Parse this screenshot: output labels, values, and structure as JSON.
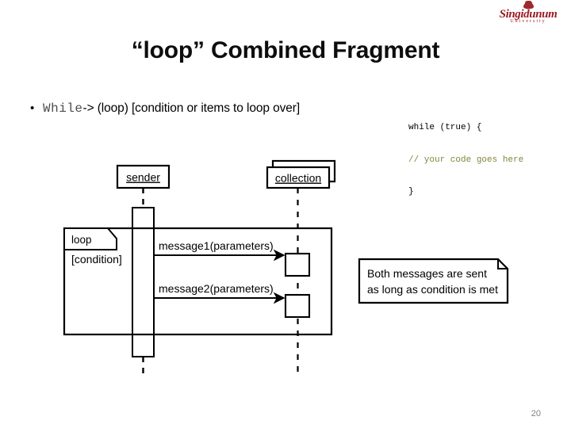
{
  "branding": {
    "university_name": "Singidunum",
    "university_sub": "University",
    "crest_icon": "crown-crest-icon",
    "brand_color": "#9c1b24"
  },
  "slide": {
    "title": "“loop” Combined Fragment",
    "page_number": "20"
  },
  "bullet": {
    "marker": "•",
    "keyword": "While",
    "rest": "-> (loop) [condition or items to loop over]"
  },
  "code_snippet": {
    "line1": "while (true) {",
    "comment": "// your code goes here",
    "line3": "}"
  },
  "diagram": {
    "type": "uml-sequence-diagram",
    "lifelines": [
      {
        "name": "sender",
        "kind": "object",
        "underlined": true,
        "multi": false
      },
      {
        "name": "collection",
        "kind": "object",
        "underlined": true,
        "multi": true
      }
    ],
    "fragment": {
      "operator": "loop",
      "guard": "[condition]"
    },
    "messages": [
      {
        "label": "message1(parameters)",
        "from": "sender",
        "to": "collection",
        "kind": "synchronous"
      },
      {
        "label": "message2(parameters)",
        "from": "sender",
        "to": "collection",
        "kind": "synchronous"
      }
    ],
    "note": {
      "line1": "Both messages are sent",
      "line2": "as long as condition is met"
    }
  },
  "colors": {
    "stroke": "#000000",
    "fill": "#ffffff",
    "page_number": "#808080",
    "comment": "#84843c",
    "mono_keyword": "#4d4d4d"
  }
}
